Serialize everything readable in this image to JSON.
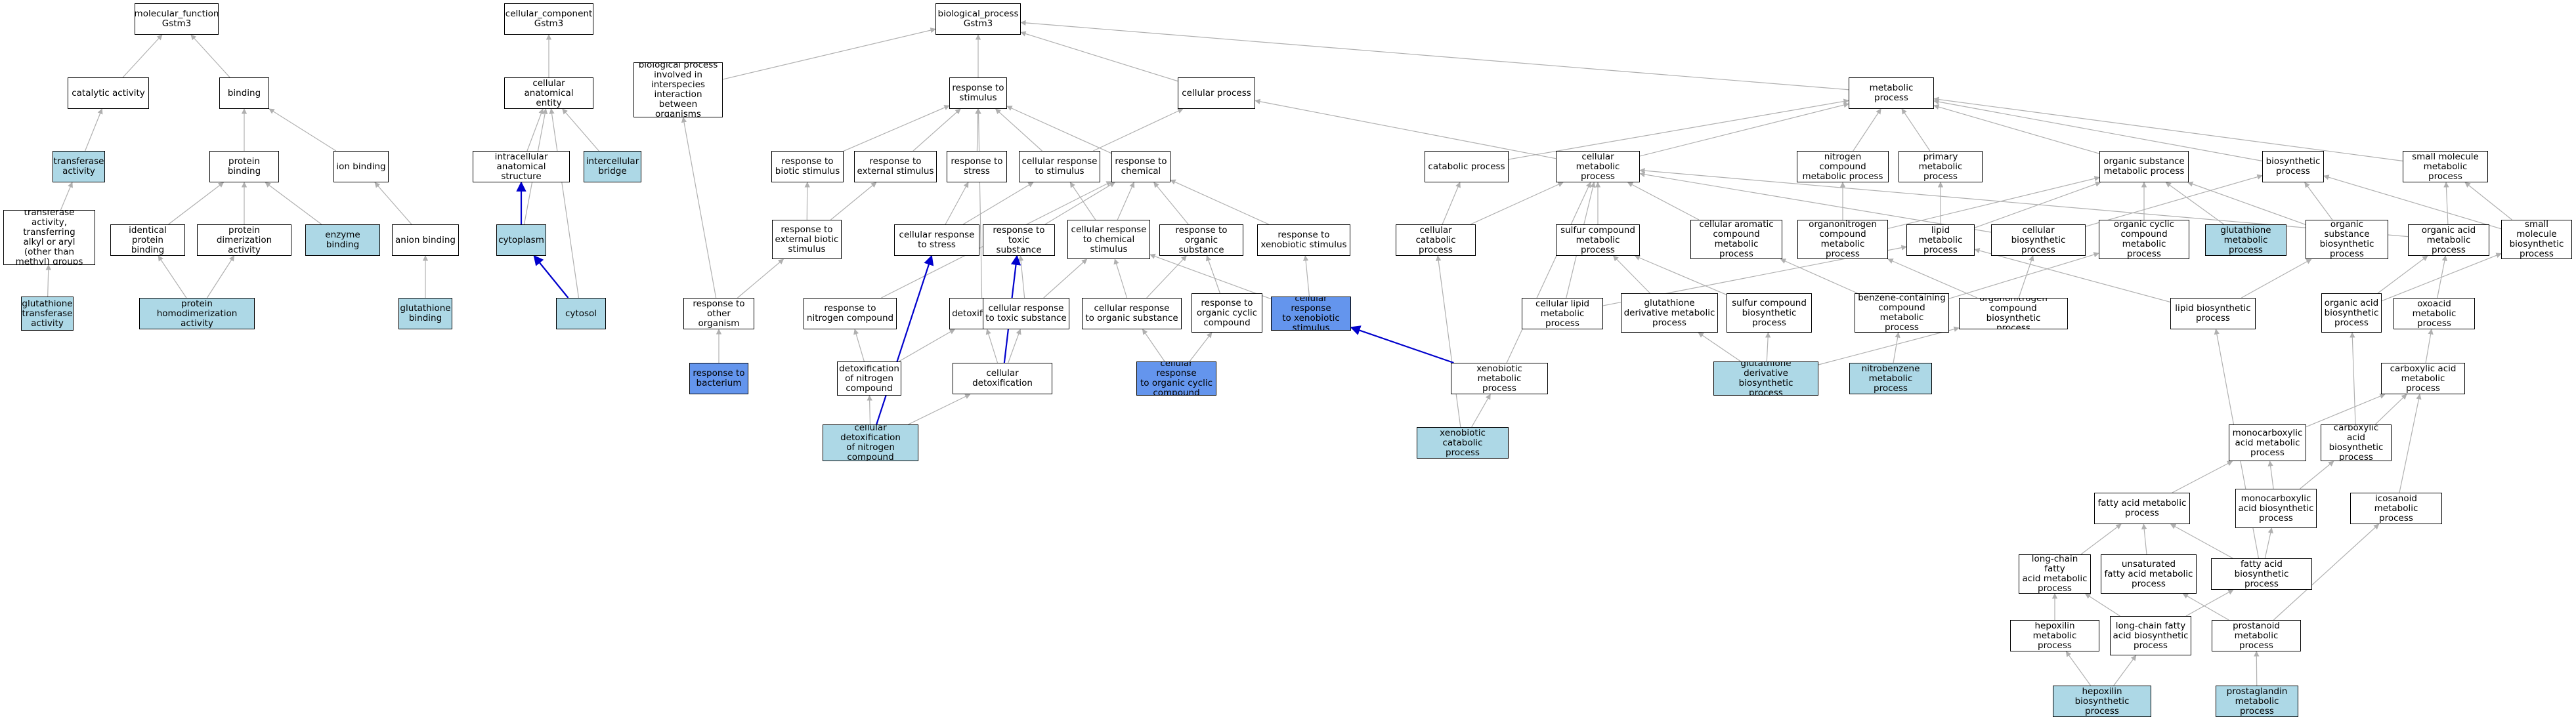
{
  "colors": {
    "white": "#ffffff",
    "light": "#add8e6",
    "blue": "#6495ed",
    "edge_gray": "#b0b0b0",
    "edge_blue": "#0000cc"
  },
  "nodes": {
    "mf": {
      "label": "molecular_function\nGstm3",
      "fill": "white"
    },
    "catalytic": {
      "label": "catalytic activity",
      "fill": "white"
    },
    "binding": {
      "label": "binding",
      "fill": "white"
    },
    "transferase": {
      "label": "transferase\nactivity",
      "fill": "light"
    },
    "protbind": {
      "label": "protein binding",
      "fill": "white"
    },
    "ionbind": {
      "label": "ion binding",
      "fill": "white"
    },
    "transf_alkyl": {
      "label": "transferase\nactivity, transferring\nalkyl or aryl\n(other than\nmethyl) groups",
      "fill": "white"
    },
    "identprot": {
      "label": "identical protein\nbinding",
      "fill": "white"
    },
    "protdimer": {
      "label": "protein dimerization\nactivity",
      "fill": "white"
    },
    "enzyme": {
      "label": "enzyme binding",
      "fill": "light"
    },
    "anion": {
      "label": "anion binding",
      "fill": "white"
    },
    "gst": {
      "label": "glutathione\ntransferase\nactivity",
      "fill": "light"
    },
    "homodimer": {
      "label": "protein homodimerization\nactivity",
      "fill": "light"
    },
    "glubind": {
      "label": "glutathione\nbinding",
      "fill": "light"
    },
    "cc": {
      "label": "cellular_component\nGstm3",
      "fill": "white"
    },
    "anat": {
      "label": "cellular anatomical\nentity",
      "fill": "white"
    },
    "intracell": {
      "label": "intracellular\nanatomical structure",
      "fill": "white"
    },
    "bridge": {
      "label": "intercellular\nbridge",
      "fill": "light"
    },
    "cytoplasm": {
      "label": "cytoplasm",
      "fill": "light"
    },
    "cytosol": {
      "label": "cytosol",
      "fill": "light"
    },
    "bp": {
      "label": "biological_process\nGstm3",
      "fill": "white"
    },
    "interspecies": {
      "label": "biological process\ninvolved in\ninterspecies\ninteraction\nbetween organisms",
      "fill": "white"
    },
    "stimulus": {
      "label": "response to\nstimulus",
      "fill": "white"
    },
    "cellproc": {
      "label": "cellular process",
      "fill": "white"
    },
    "metab": {
      "label": "metabolic process",
      "fill": "white"
    },
    "biotic": {
      "label": "response to\nbiotic stimulus",
      "fill": "white"
    },
    "external": {
      "label": "response to\nexternal stimulus",
      "fill": "white"
    },
    "stress": {
      "label": "response to\nstress",
      "fill": "white"
    },
    "cellstim": {
      "label": "cellular response\nto stimulus",
      "fill": "white"
    },
    "chemical": {
      "label": "response to\nchemical",
      "fill": "white"
    },
    "catabolic": {
      "label": "catabolic process",
      "fill": "white"
    },
    "cellmetab": {
      "label": "cellular metabolic\nprocess",
      "fill": "white"
    },
    "nitrometab": {
      "label": "nitrogen compound\nmetabolic process",
      "fill": "white"
    },
    "primary": {
      "label": "primary metabolic\nprocess",
      "fill": "white"
    },
    "orgsubst": {
      "label": "organic substance\nmetabolic process",
      "fill": "white"
    },
    "biosynth": {
      "label": "biosynthetic\nprocess",
      "fill": "white"
    },
    "smallmol": {
      "label": "small molecule\nmetabolic process",
      "fill": "white"
    },
    "extbiotic": {
      "label": "response to\nexternal biotic\nstimulus",
      "fill": "white"
    },
    "cellstress": {
      "label": "cellular response\nto stress",
      "fill": "white"
    },
    "toxic": {
      "label": "response to\ntoxic substance",
      "fill": "white"
    },
    "cellchem": {
      "label": "cellular response\nto chemical\nstimulus",
      "fill": "white"
    },
    "orgsubresp": {
      "label": "response to\norganic substance",
      "fill": "white"
    },
    "xenoresp": {
      "label": "response to\nxenobiotic stimulus",
      "fill": "white"
    },
    "cellcatab": {
      "label": "cellular catabolic\nprocess",
      "fill": "white"
    },
    "sulfur": {
      "label": "sulfur compound\nmetabolic process",
      "fill": "white"
    },
    "aromatic": {
      "label": "cellular aromatic\ncompound metabolic\nprocess",
      "fill": "white"
    },
    "organonitro": {
      "label": "organonitrogen\ncompound metabolic\nprocess",
      "fill": "white"
    },
    "lipid": {
      "label": "lipid metabolic\nprocess",
      "fill": "white"
    },
    "cellbiosyn": {
      "label": "cellular biosynthetic\nprocess",
      "fill": "white"
    },
    "cyclic": {
      "label": "organic cyclic\ncompound metabolic\nprocess",
      "fill": "white"
    },
    "glumetab": {
      "label": "glutathione\nmetabolic process",
      "fill": "light"
    },
    "orgbiosyn": {
      "label": "organic substance\nbiosynthetic\nprocess",
      "fill": "white"
    },
    "orgacid": {
      "label": "organic acid\nmetabolic process",
      "fill": "white"
    },
    "smallbiosyn": {
      "label": "small molecule\nbiosynthetic\nprocess",
      "fill": "white"
    },
    "otherorg": {
      "label": "response to\nother organism",
      "fill": "white"
    },
    "nitroresp": {
      "label": "response to\nnitrogen compound",
      "fill": "white"
    },
    "detox": {
      "label": "detoxification",
      "fill": "white"
    },
    "celltoxic": {
      "label": "cellular response\nto toxic substance",
      "fill": "white"
    },
    "cellorgsub": {
      "label": "cellular response\nto organic substance",
      "fill": "white"
    },
    "cyclicresp": {
      "label": "response to\norganic cyclic\ncompound",
      "fill": "white"
    },
    "cellxeno": {
      "label": "cellular response\nto xenobiotic\nstimulus",
      "fill": "blue"
    },
    "celllipid": {
      "label": "cellular lipid\nmetabolic process",
      "fill": "white"
    },
    "gluderiv": {
      "label": "glutathione\nderivative metabolic\nprocess",
      "fill": "white"
    },
    "sulfbiosyn": {
      "label": "sulfur compound\nbiosynthetic\nprocess",
      "fill": "white"
    },
    "benzene": {
      "label": "benzene-containing\ncompound metabolic\nprocess",
      "fill": "white"
    },
    "orgnitrobiosyn": {
      "label": "organonitrogen\ncompound biosynthetic\nprocess",
      "fill": "white"
    },
    "lipidbiosyn": {
      "label": "lipid biosynthetic\nprocess",
      "fill": "white"
    },
    "orgacidbiosyn": {
      "label": "organic acid\nbiosynthetic\nprocess",
      "fill": "white"
    },
    "oxoacid": {
      "label": "oxoacid metabolic\nprocess",
      "fill": "white"
    },
    "bacterium": {
      "label": "response to\nbacterium",
      "fill": "blue"
    },
    "detoxnitro": {
      "label": "detoxification\nof nitrogen\ncompound",
      "fill": "white"
    },
    "celldetox": {
      "label": "cellular detoxification",
      "fill": "white"
    },
    "cellcyclic": {
      "label": "cellular response\nto organic cyclic\ncompound",
      "fill": "blue"
    },
    "xenometab": {
      "label": "xenobiotic metabolic\nprocess",
      "fill": "white"
    },
    "gluderivbiosyn": {
      "label": "glutathione\nderivative biosynthetic\nprocess",
      "fill": "light"
    },
    "nitrobenzene": {
      "label": "nitrobenzene\nmetabolic process",
      "fill": "light"
    },
    "carboxylic": {
      "label": "carboxylic acid\nmetabolic process",
      "fill": "white"
    },
    "celldetoxnitro": {
      "label": "cellular detoxification\nof nitrogen\ncompound",
      "fill": "light"
    },
    "xenocatab": {
      "label": "xenobiotic catabolic\nprocess",
      "fill": "light"
    },
    "monocarb": {
      "label": "monocarboxylic\nacid metabolic\nprocess",
      "fill": "white"
    },
    "carbbiosyn": {
      "label": "carboxylic acid\nbiosynthetic\nprocess",
      "fill": "white"
    },
    "fatty": {
      "label": "fatty acid metabolic\nprocess",
      "fill": "white"
    },
    "monobiosyn": {
      "label": "monocarboxylic\nacid biosynthetic\nprocess",
      "fill": "white"
    },
    "icosanoid": {
      "label": "icosanoid metabolic\nprocess",
      "fill": "white"
    },
    "longchain": {
      "label": "long-chain fatty\nacid metabolic\nprocess",
      "fill": "white"
    },
    "unsat": {
      "label": "unsaturated\nfatty acid metabolic\nprocess",
      "fill": "white"
    },
    "fattybiosyn": {
      "label": "fatty acid biosynthetic\nprocess",
      "fill": "white"
    },
    "hepometab": {
      "label": "hepoxilin metabolic\nprocess",
      "fill": "white"
    },
    "longbiosyn": {
      "label": "long-chain fatty\nacid biosynthetic\nprocess",
      "fill": "white"
    },
    "prostanoid": {
      "label": "prostanoid metabolic\nprocess",
      "fill": "white"
    },
    "hepobiosyn": {
      "label": "hepoxilin biosynthetic\nprocess",
      "fill": "light"
    },
    "prostaglandin": {
      "label": "prostaglandin\nmetabolic process",
      "fill": "light"
    }
  }
}
